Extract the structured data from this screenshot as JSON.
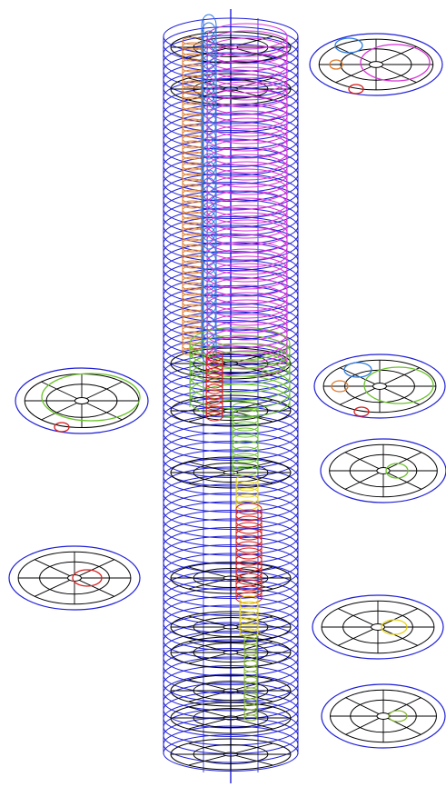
{
  "figure": {
    "type": "wireframe-cylinder-sections",
    "colors": {
      "outer_cylinder": "#1f1fd6",
      "grid_lines": "#000000",
      "magenta_tube": "#d633d6",
      "orange_tube": "#e07a2a",
      "blue_tube": "#2a7ae0",
      "green_tube": "#6ac22a",
      "yellow_tube": "#e6d21a",
      "red_tube": "#d61f1f",
      "olive_tube": "#8ab83a"
    },
    "section_views": [
      {
        "id": "section-top",
        "tubes": [
          "blue",
          "magenta",
          "orange",
          "red"
        ]
      },
      {
        "id": "section-upper-left",
        "tubes": [
          "green",
          "red"
        ]
      },
      {
        "id": "section-upper-right",
        "tubes": [
          "blue",
          "green",
          "orange",
          "red"
        ]
      },
      {
        "id": "section-mid-right",
        "tubes": [
          "green"
        ]
      },
      {
        "id": "section-lower-left",
        "tubes": [
          "red"
        ]
      },
      {
        "id": "section-lower-right",
        "tubes": [
          "yellow"
        ]
      },
      {
        "id": "section-bottom-right",
        "tubes": [
          "olive"
        ]
      }
    ]
  }
}
